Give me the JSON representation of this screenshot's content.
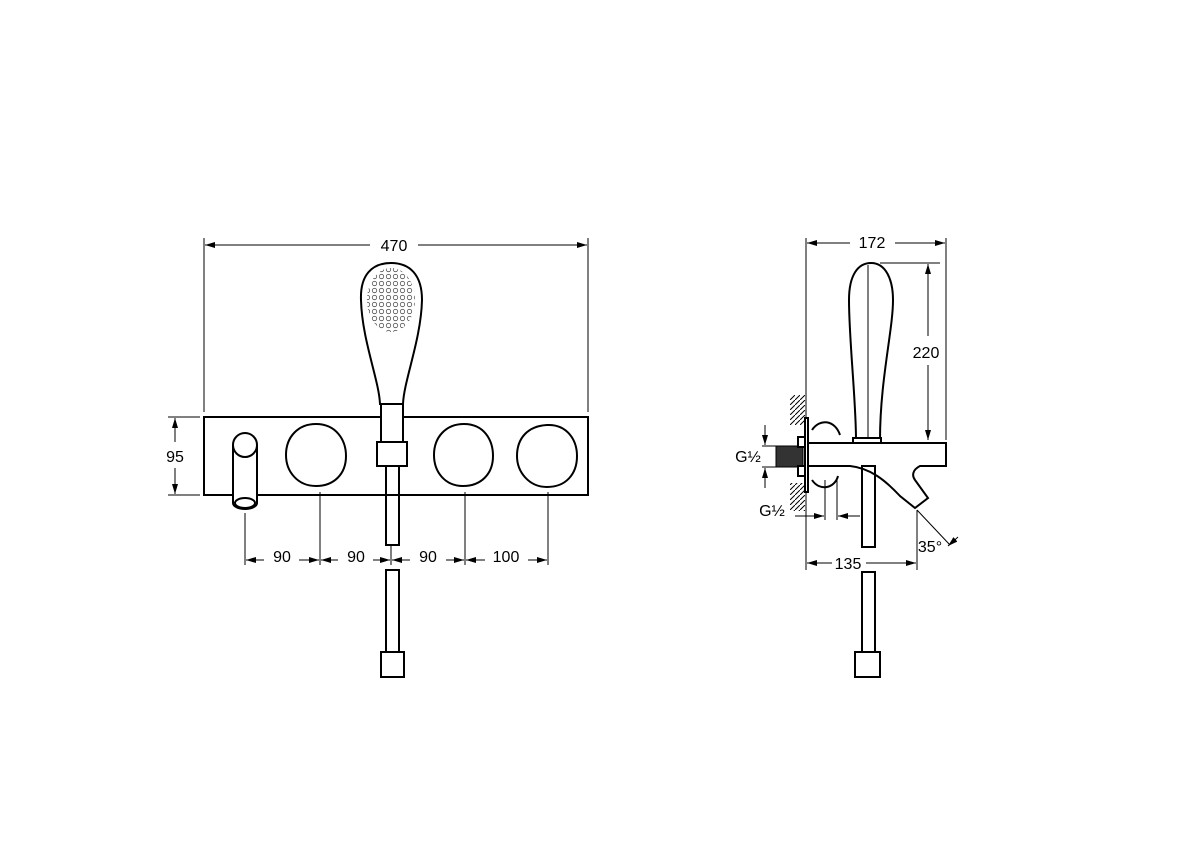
{
  "front_view": {
    "width_label": "470",
    "height_label": "95",
    "spacing_labels": [
      "90",
      "90",
      "90",
      "100"
    ]
  },
  "side_view": {
    "depth_label": "172",
    "handshower_height_label": "220",
    "projection_label": "135",
    "angle_label": "35°",
    "thread_label_1": "G½",
    "thread_label_2": "G½"
  }
}
